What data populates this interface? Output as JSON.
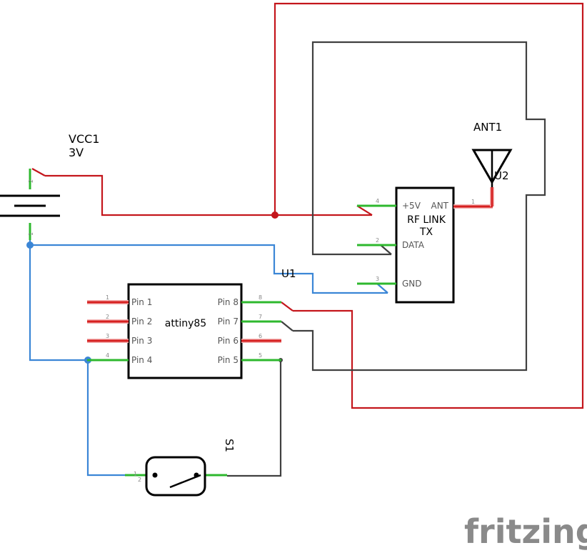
{
  "components": {
    "battery": {
      "ref": "VCC1",
      "value": "3V",
      "pin_top": "2",
      "pin_bottom": "1"
    },
    "mcu": {
      "name": "attiny85",
      "left_pins": [
        {
          "num": "1",
          "label": "Pin 1"
        },
        {
          "num": "2",
          "label": "Pin 2"
        },
        {
          "num": "3",
          "label": "Pin 3"
        },
        {
          "num": "4",
          "label": "Pin 4"
        }
      ],
      "right_pins": [
        {
          "num": "8",
          "label": "Pin 8"
        },
        {
          "num": "7",
          "label": "Pin 7"
        },
        {
          "num": "6",
          "label": "Pin 6"
        },
        {
          "num": "5",
          "label": "Pin 5"
        }
      ]
    },
    "rf": {
      "title_line1": "RF LINK",
      "title_line2": "TX",
      "pins": [
        {
          "num": "4",
          "label": "+5V"
        },
        {
          "num": "2",
          "label": "DATA"
        },
        {
          "num": "3",
          "label": "GND"
        }
      ],
      "ant_pin": {
        "num": "1",
        "label": "ANT"
      }
    },
    "antenna": {
      "ref": "ANT1"
    },
    "labels": {
      "u1": "U1",
      "u2": "U2"
    },
    "switch": {
      "ref": "S1",
      "pin_a": "1",
      "pin_b": "2"
    }
  },
  "wire_colors": {
    "power": "#c4161c",
    "ground": "#3b86d6",
    "signal": "#404040"
  },
  "brand": "fritzing"
}
